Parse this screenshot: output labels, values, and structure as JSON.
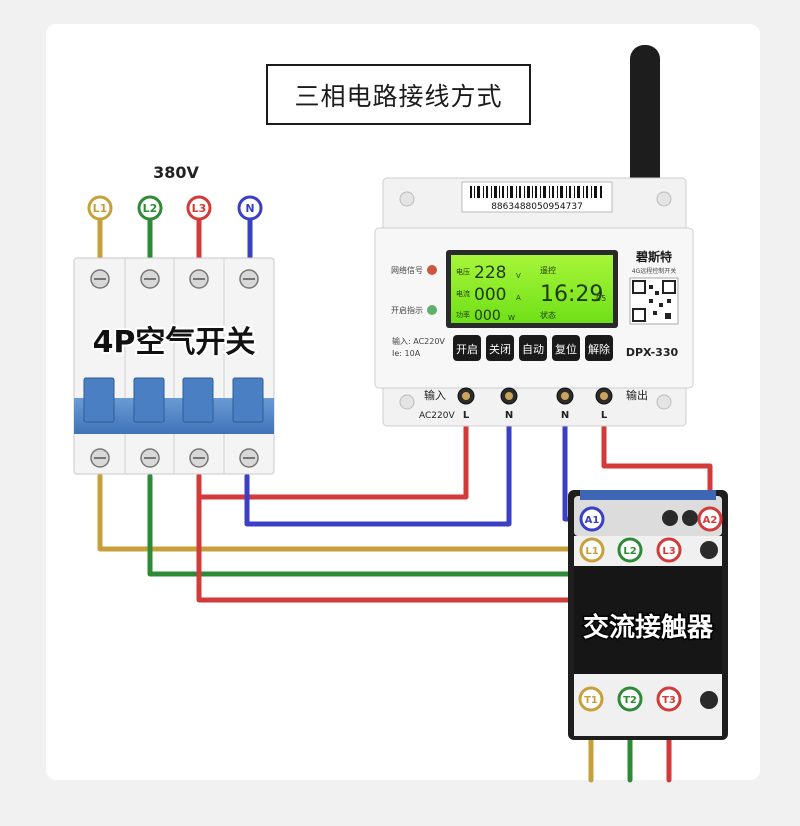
{
  "title": "三相电路接线方式",
  "voltage_label": "380V",
  "breaker": {
    "label": "4P空气开关",
    "terminals": [
      "L1",
      "L2",
      "L3",
      "N"
    ]
  },
  "controller": {
    "barcode_text": "8863488050954737",
    "brand": "碧斯特",
    "subtitle": "4G远程控制开关",
    "indicator_labels": [
      "网络信号",
      "开启指示"
    ],
    "lcd": {
      "row1_label": "电压",
      "row1_value": "228",
      "row1_unit": "V",
      "mode_label": "遥控",
      "row2_label": "电流",
      "row2_value": "000",
      "row2_unit": "A",
      "time": "16:29",
      "time_unit": "05",
      "row3_label": "功率",
      "row3_value": "000",
      "row3_unit": "W",
      "status": "状态"
    },
    "spec_lines": [
      "输入: AC220V",
      "Ie: 10A"
    ],
    "buttons": [
      "开启",
      "关闭",
      "自动",
      "复位",
      "解除"
    ],
    "model": "DPX-330",
    "input_label": "输入",
    "input_voltage": "AC220V",
    "output_label": "输出",
    "terminal_letters": [
      "L",
      "N",
      "N",
      "L"
    ]
  },
  "contactor": {
    "label": "交流接触器",
    "coil_terminals": [
      "A1",
      "A2"
    ],
    "input_terminals": [
      "L1",
      "L2",
      "L3"
    ],
    "output_terminals": [
      "T1",
      "T2",
      "T3"
    ]
  },
  "colors": {
    "L1": "#c8a03a",
    "L2": "#2e8b35",
    "L3": "#d33a3a",
    "N": "#3a3fc4"
  }
}
